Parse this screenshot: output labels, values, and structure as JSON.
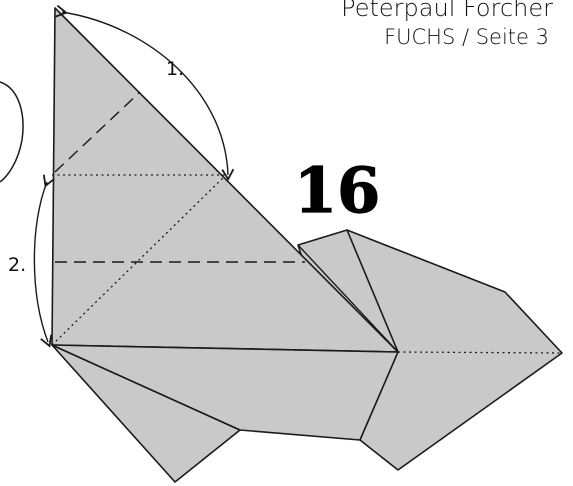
{
  "header": {
    "author": "Peterpaul Forcher",
    "subtitle": "FUCHS / Seite 3"
  },
  "diagram": {
    "step_number": "16",
    "fold_labels": [
      "1.",
      "2."
    ]
  },
  "colors": {
    "paper": "#c9c9c9",
    "line": "#1a1a1a",
    "background": "#ffffff"
  }
}
